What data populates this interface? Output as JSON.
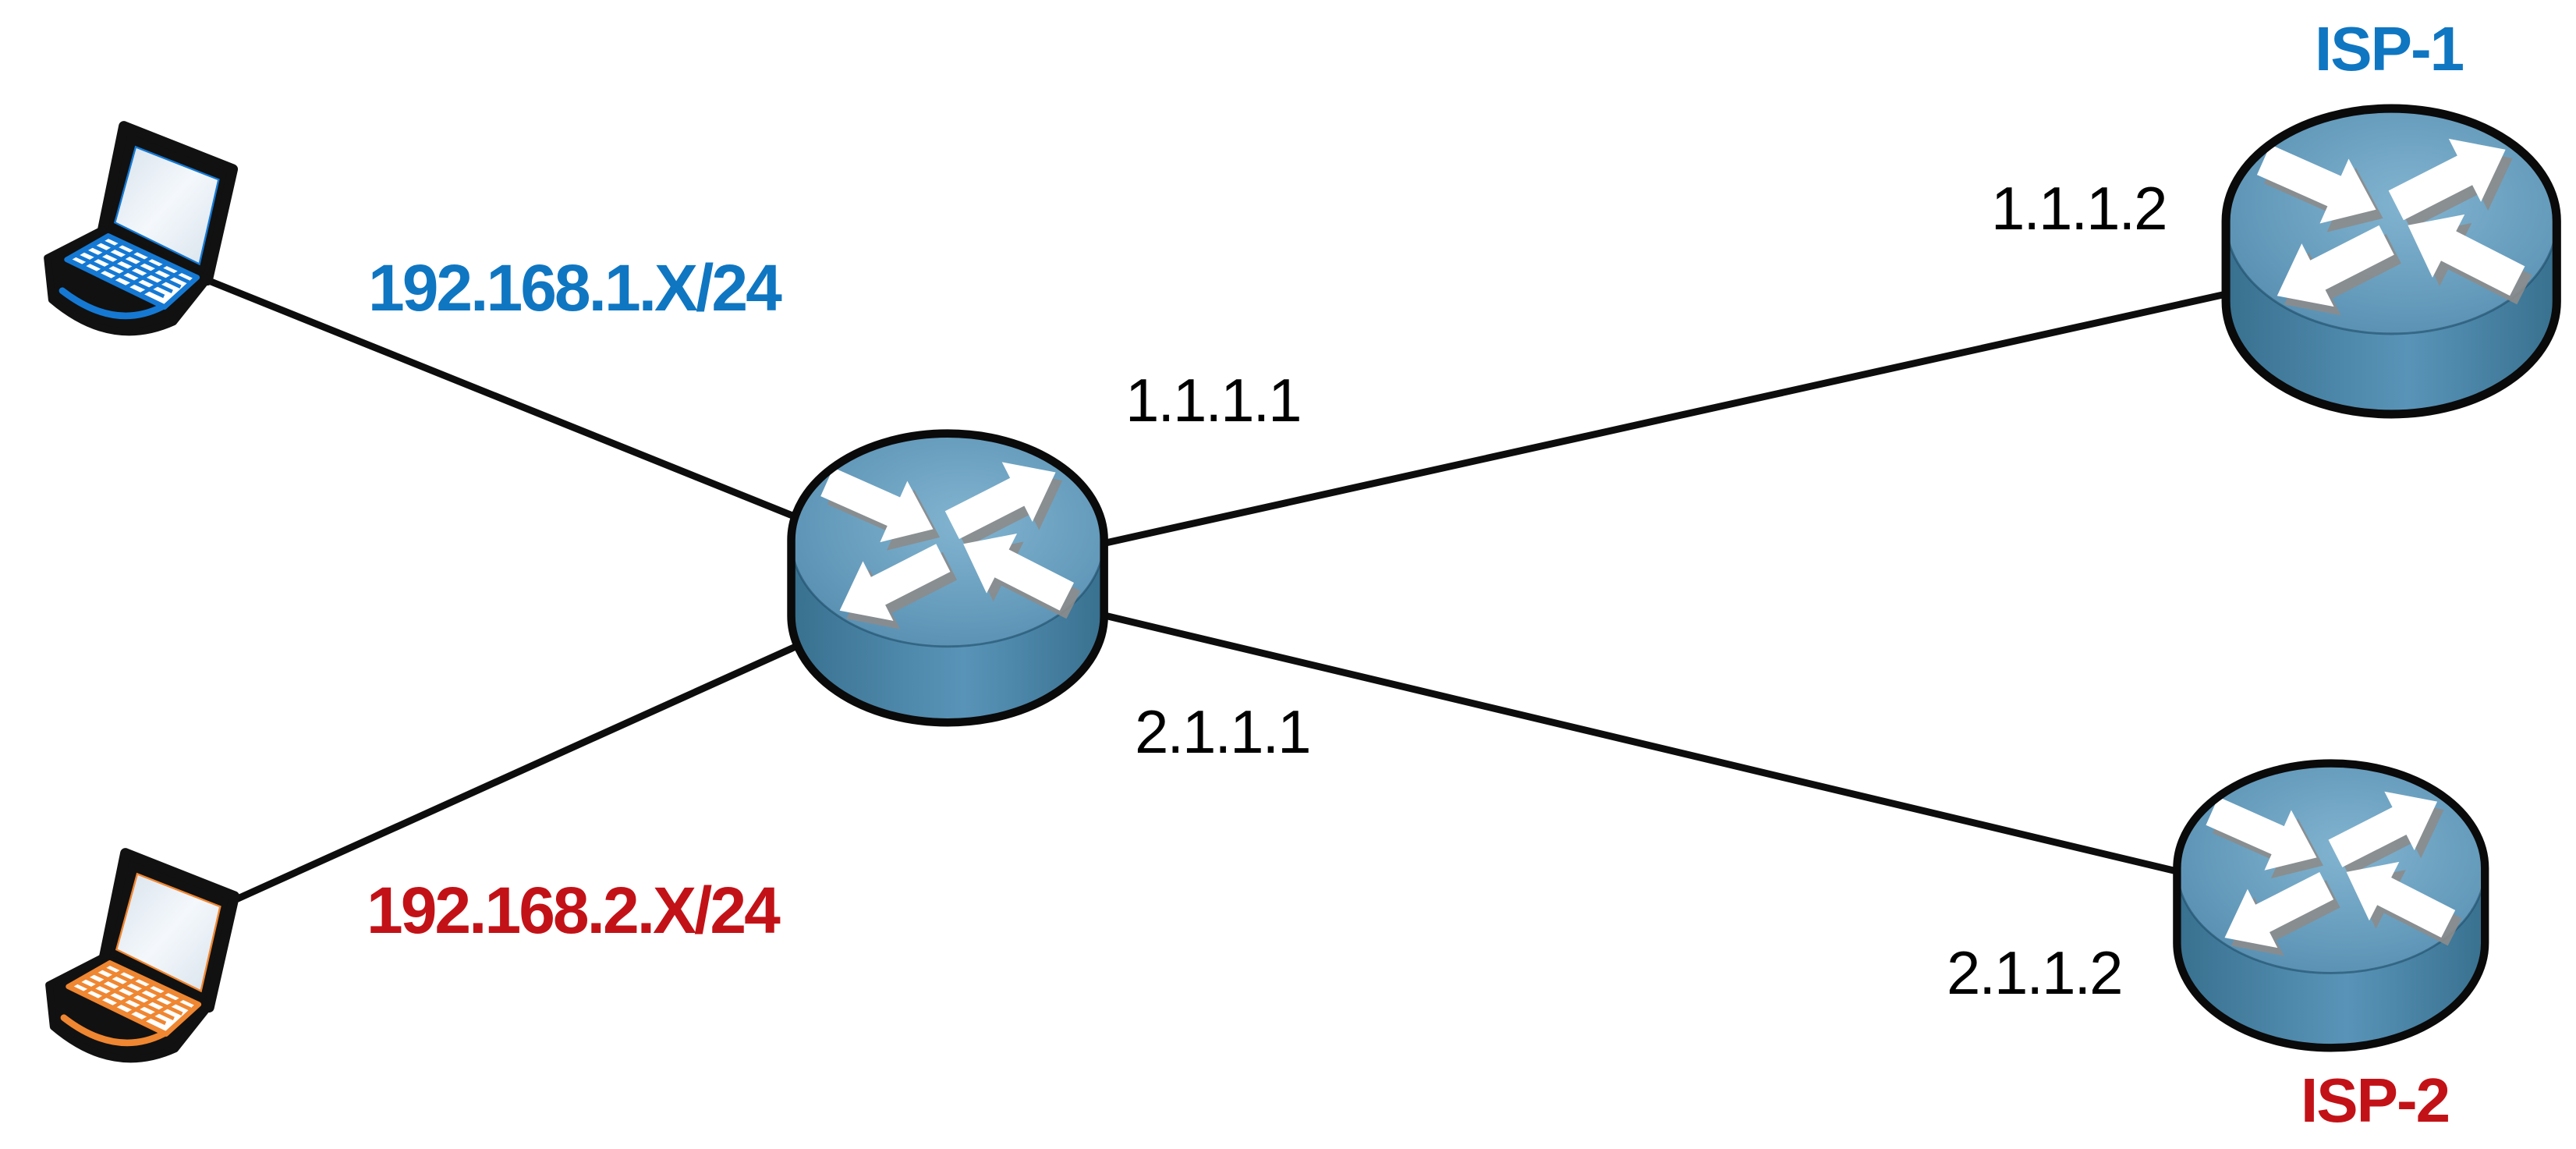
{
  "title": "Dual ISP network topology diagram",
  "colors": {
    "background": "#FFFFFF",
    "label_blue": "#0F76C2",
    "label_red": "#C21217",
    "label_black": "#000000",
    "link_black": "#0D0D0D",
    "router_top_light": "#82B4D0",
    "router_top_dark": "#4D86AA",
    "router_body_dark": "#38708F",
    "router_body_light": "#5994B8",
    "arrow_white": "#FFFFFF",
    "arrow_shadow": "#8C8C8C",
    "screen_light": "#F4F8FC",
    "screen_dark": "#D8E2EC",
    "laptop1_accent": "#1579D3",
    "laptop2_accent": "#EF8631"
  },
  "nodes": {
    "pc1": {
      "type": "laptop",
      "subnet_label": "192.168.1.X/24"
    },
    "pc2": {
      "type": "laptop",
      "subnet_label": "192.168.2.X/24"
    },
    "router": {
      "type": "router",
      "interface_labels": [
        "1.1.1.1",
        "2.1.1.1"
      ]
    },
    "isp1": {
      "type": "router",
      "name": "ISP-1",
      "interface_label": "1.1.1.2"
    },
    "isp2": {
      "type": "router",
      "name": "ISP-2",
      "interface_label": "2.1.1.2"
    }
  },
  "links": [
    {
      "from": "pc1",
      "to": "router"
    },
    {
      "from": "pc2",
      "to": "router"
    },
    {
      "from": "router",
      "to": "isp1"
    },
    {
      "from": "router",
      "to": "isp2"
    }
  ]
}
